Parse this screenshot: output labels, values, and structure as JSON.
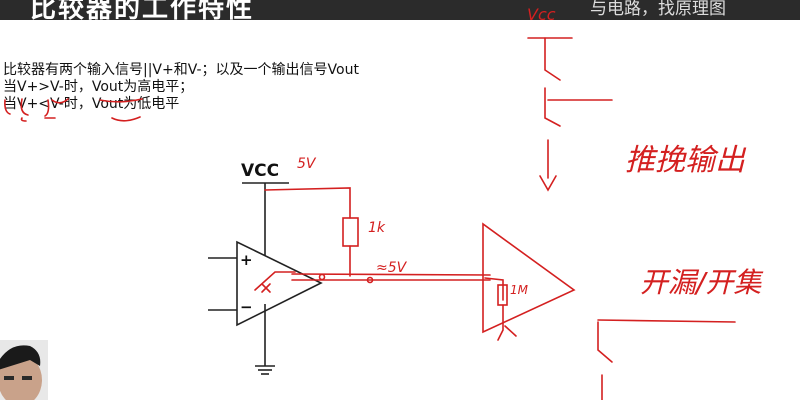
{
  "header": {
    "title": "比较器的工作特性",
    "right_text": "与电路，找原理图"
  },
  "description": {
    "line1": "比较器有两个输入信号||V+和V-；以及一个输出信号Vout",
    "line2": "当V+>V-时，Vout为高电平；",
    "line3": "当V+<V-时，Vout为低电平"
  },
  "circuit": {
    "vcc_label": "VCC",
    "plus_label": "+",
    "minus_label": "−"
  },
  "handwriting": {
    "vcc_top": "Vcc",
    "resistor_value": "1k",
    "output_voltage": "≈5V",
    "supply_note": "5V",
    "resistor_1m": "1M",
    "push_pull": "推挽输出",
    "open_drain": "开漏/开集"
  },
  "colors": {
    "ink_red": "#d42020",
    "line_black": "#222222",
    "header_bg": "#2b2b2b"
  }
}
